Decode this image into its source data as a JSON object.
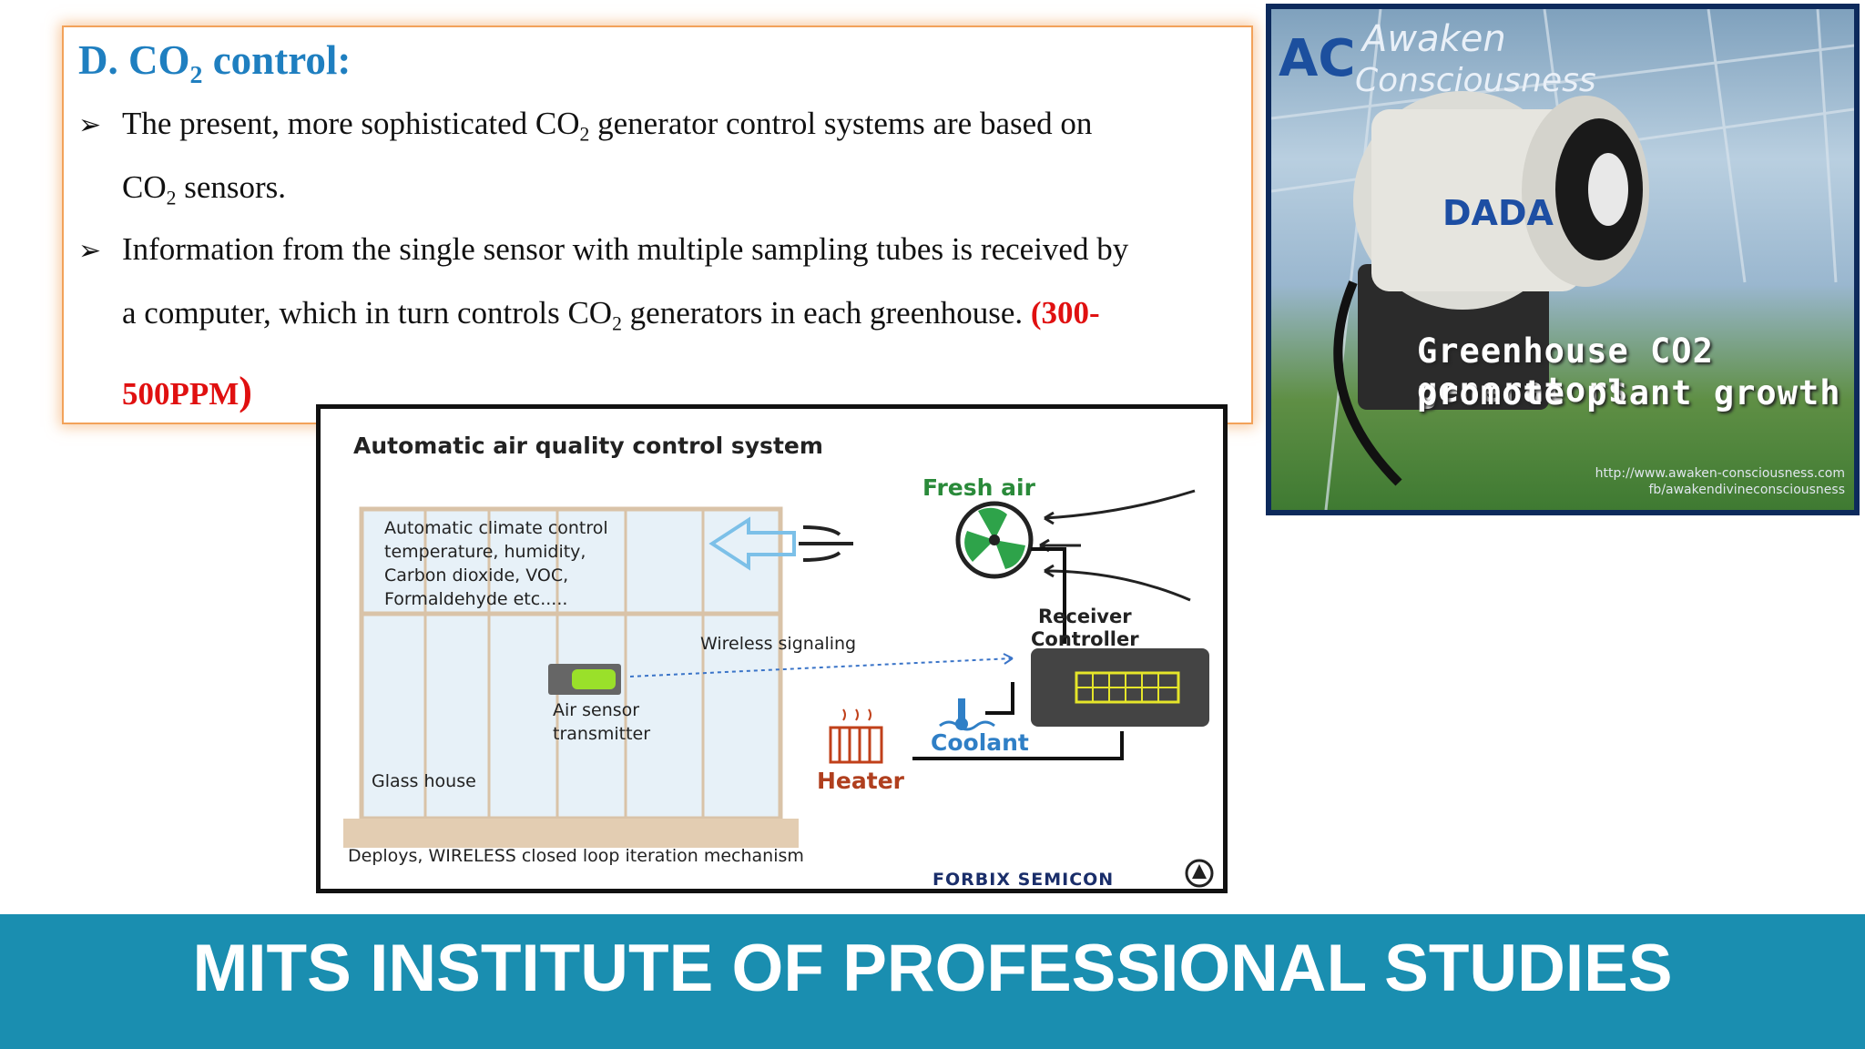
{
  "slide": {
    "heading": {
      "prefix": "D. CO",
      "sub": "2",
      "suffix": " control:"
    },
    "bullet1": {
      "line1_prefix": "The present, more sophisticated CO",
      "line1_sub": "2",
      "line1_suffix": " generator control systems are based on",
      "line2_prefix": "CO",
      "line2_sub": "2",
      "line2_suffix": " sensors."
    },
    "bullet2": {
      "line1": "Information from the single sensor with multiple sampling tubes is received by",
      "line2_prefix": "a computer, which in turn controls CO",
      "line2_sub": "2",
      "line2_suffix": " generators in each greenhouse. ",
      "ppm_part1": "(300-",
      "ppm_part2": "500PPM",
      "ppm_paren": ")"
    },
    "bullet_symbol": "➢"
  },
  "photo": {
    "logo": "AC",
    "brand_line1": "Awaken",
    "brand_line2": "Consciousness",
    "device_label": "DADA",
    "caption_line1": "Greenhouse CO2 generators",
    "caption_line2": "promote plant growth",
    "url1": "http://www.awaken-consciousness.com",
    "url2": "fb/awakendivineconsciousness"
  },
  "diagram": {
    "title": "Automatic air quality control system",
    "climate_lines": [
      "Automatic climate control",
      "temperature, humidity,",
      "Carbon dioxide, VOC,",
      "Formaldehyde etc....."
    ],
    "fresh_air": "Fresh air",
    "receiver_lines": [
      "Receiver",
      "Controller"
    ],
    "wireless": "Wireless signaling",
    "air_sensor_lines": [
      "Air sensor",
      "transmitter"
    ],
    "coolant": "Coolant",
    "heater": "Heater",
    "glass_house": "Glass house",
    "deploys": "Deploys, WIRELESS closed loop iteration mechanism",
    "brand": "FORBIX SEMICON"
  },
  "footer": {
    "title": "MITS INSTITUTE OF PROFESSIONAL STUDIES"
  },
  "colors": {
    "heading": "#1f7fc0",
    "ppm": "#e01010",
    "footer_bg": "#1a8eb0",
    "textbox_border": "#f2a25a"
  }
}
